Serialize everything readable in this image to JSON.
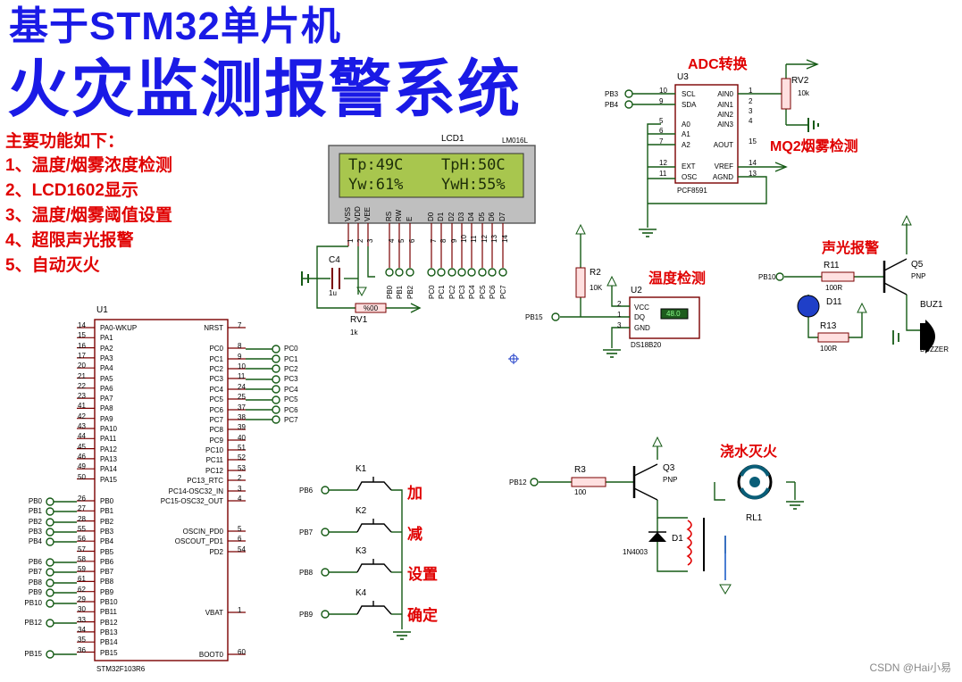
{
  "title": {
    "line1": "基于STM32单片机",
    "line2": "火灾监测报警系统"
  },
  "features": {
    "heading": "主要功能如下：",
    "items": [
      "1、温度/烟雾浓度检测",
      "2、LCD1602显示",
      "3、温度/烟雾阈值设置",
      "4、超限声光报警",
      "5、自动灭火"
    ]
  },
  "section_labels": {
    "adc": "ADC转换",
    "mq2": "MQ2烟雾检测",
    "temp": "温度检测",
    "alarm": "声光报警",
    "water": "浇水灭火"
  },
  "lcd": {
    "name": "LCD1",
    "model": "LM016L",
    "row1_left": "Tp:49C",
    "row1_right": "TpH:50C",
    "row2_left": "Yw:61%",
    "row2_right": "YwH:55%",
    "pins": [
      "VSS",
      "VDD",
      "VEE",
      "RS",
      "RW",
      "E",
      "D0",
      "D1",
      "D2",
      "D3",
      "D4",
      "D5",
      "D6",
      "D7"
    ],
    "pin_numbers": [
      "1",
      "2",
      "3",
      "4",
      "5",
      "6",
      "7",
      "8",
      "9",
      "10",
      "11",
      "12",
      "13",
      "14"
    ],
    "bus_labels": [
      "PB0",
      "PB1",
      "PB2",
      "PC0",
      "PC1",
      "PC2",
      "PC3",
      "PC4",
      "PC5",
      "PC6",
      "PC7"
    ]
  },
  "mcu": {
    "name": "U1",
    "model": "STM32F103R6",
    "left_pins": [
      {
        "n": "14",
        "l": "PA0-WKUP"
      },
      {
        "n": "15",
        "l": "PA1"
      },
      {
        "n": "16",
        "l": "PA2"
      },
      {
        "n": "17",
        "l": "PA3"
      },
      {
        "n": "20",
        "l": "PA4"
      },
      {
        "n": "21",
        "l": "PA5"
      },
      {
        "n": "22",
        "l": "PA6"
      },
      {
        "n": "23",
        "l": "PA7"
      },
      {
        "n": "41",
        "l": "PA8"
      },
      {
        "n": "42",
        "l": "PA9"
      },
      {
        "n": "43",
        "l": "PA10"
      },
      {
        "n": "44",
        "l": "PA11"
      },
      {
        "n": "45",
        "l": "PA12"
      },
      {
        "n": "46",
        "l": "PA13"
      },
      {
        "n": "49",
        "l": "PA14"
      },
      {
        "n": "50",
        "l": "PA15"
      },
      {
        "n": "26",
        "l": "PB0"
      },
      {
        "n": "27",
        "l": "PB1"
      },
      {
        "n": "28",
        "l": "PB2"
      },
      {
        "n": "55",
        "l": "PB3"
      },
      {
        "n": "56",
        "l": "PB4"
      },
      {
        "n": "57",
        "l": "PB5"
      },
      {
        "n": "58",
        "l": "PB6"
      },
      {
        "n": "59",
        "l": "PB7"
      },
      {
        "n": "61",
        "l": "PB8"
      },
      {
        "n": "62",
        "l": "PB9"
      },
      {
        "n": "29",
        "l": "PB10"
      },
      {
        "n": "30",
        "l": "PB11"
      },
      {
        "n": "33",
        "l": "PB12"
      },
      {
        "n": "34",
        "l": "PB13"
      },
      {
        "n": "35",
        "l": "PB14"
      },
      {
        "n": "36",
        "l": "PB15"
      }
    ],
    "right_pins": [
      {
        "n": "7",
        "l": "NRST"
      },
      {
        "n": "8",
        "l": "PC0"
      },
      {
        "n": "9",
        "l": "PC1"
      },
      {
        "n": "10",
        "l": "PC2"
      },
      {
        "n": "11",
        "l": "PC3"
      },
      {
        "n": "24",
        "l": "PC4"
      },
      {
        "n": "25",
        "l": "PC5"
      },
      {
        "n": "37",
        "l": "PC6"
      },
      {
        "n": "38",
        "l": "PC7"
      },
      {
        "n": "39",
        "l": "PC8"
      },
      {
        "n": "40",
        "l": "PC9"
      },
      {
        "n": "51",
        "l": "PC10"
      },
      {
        "n": "52",
        "l": "PC11"
      },
      {
        "n": "53",
        "l": "PC12"
      },
      {
        "n": "2",
        "l": "PC13_RTC"
      },
      {
        "n": "3",
        "l": "PC14-OSC32_IN"
      },
      {
        "n": "4",
        "l": "PC15-OSC32_OUT"
      },
      {
        "n": "5",
        "l": "OSCIN_PD0"
      },
      {
        "n": "6",
        "l": "OSCOUT_PD1"
      },
      {
        "n": "54",
        "l": "PD2"
      },
      {
        "n": "1",
        "l": "VBAT"
      },
      {
        "n": "60",
        "l": "BOOT0"
      }
    ],
    "left_net_labels": [
      "PB0",
      "PB1",
      "PB2",
      "PB3",
      "PB4",
      "PB6",
      "PB7",
      "PB8",
      "PB9",
      "PB10",
      "PB12",
      "PB15"
    ],
    "right_net_labels": [
      "PC0",
      "PC1",
      "PC2",
      "PC3",
      "PC4",
      "PC5",
      "PC6",
      "PC7"
    ]
  },
  "adc": {
    "name": "U3",
    "model": "PCF8591",
    "left_pins": [
      {
        "n": "10",
        "l": "SCL"
      },
      {
        "n": "9",
        "l": "SDA"
      },
      {
        "n": "5",
        "l": "A0"
      },
      {
        "n": "6",
        "l": "A1"
      },
      {
        "n": "7",
        "l": "A2"
      },
      {
        "n": "12",
        "l": "EXT"
      },
      {
        "n": "11",
        "l": "OSC"
      }
    ],
    "right_pins": [
      {
        "n": "1",
        "l": "AIN0"
      },
      {
        "n": "2",
        "l": "AIN1"
      },
      {
        "n": "3",
        "l": "AIN2"
      },
      {
        "n": "4",
        "l": "AIN3"
      },
      {
        "n": "15",
        "l": "AOUT"
      },
      {
        "n": "14",
        "l": "VREF"
      },
      {
        "n": "13",
        "l": "AGND"
      }
    ],
    "net_labels": [
      "PB3",
      "PB4"
    ]
  },
  "rv2": {
    "name": "RV2",
    "value": "10k"
  },
  "rv1": {
    "name": "RV1",
    "value": "1k",
    "body": "%00"
  },
  "c4": {
    "name": "C4",
    "value": "1u"
  },
  "ds18b20": {
    "name": "U2",
    "model": "DS18B20",
    "pins": [
      "VCC",
      "DQ",
      "GND"
    ],
    "pin_numbers": [
      "2",
      "1",
      "3"
    ],
    "reading": "48.0",
    "net": "PB15"
  },
  "r2": {
    "name": "R2",
    "value": "10K"
  },
  "alarm": {
    "r11_name": "R11",
    "r11_value": "100R",
    "r13_name": "R13",
    "r13_value": "100R",
    "led": "D11",
    "q5": "Q5",
    "q5_type": "PNP",
    "buzzer": "BUZ1",
    "buzzer_model": "BUZZER",
    "net": "PB10"
  },
  "relay": {
    "r3_name": "R3",
    "r3_value": "100",
    "q3": "Q3",
    "q3_type": "PNP",
    "diode": "D1",
    "diode_model": "1N4003",
    "relay": "RL1",
    "net": "PB12"
  },
  "keys": [
    {
      "name": "K1",
      "net": "PB6",
      "label": "加"
    },
    {
      "name": "K2",
      "net": "PB7",
      "label": "减"
    },
    {
      "name": "K3",
      "net": "PB8",
      "label": "设置"
    },
    {
      "name": "K4",
      "net": "PB9",
      "label": "确定"
    }
  ],
  "watermark": "CSDN @Hai小易"
}
